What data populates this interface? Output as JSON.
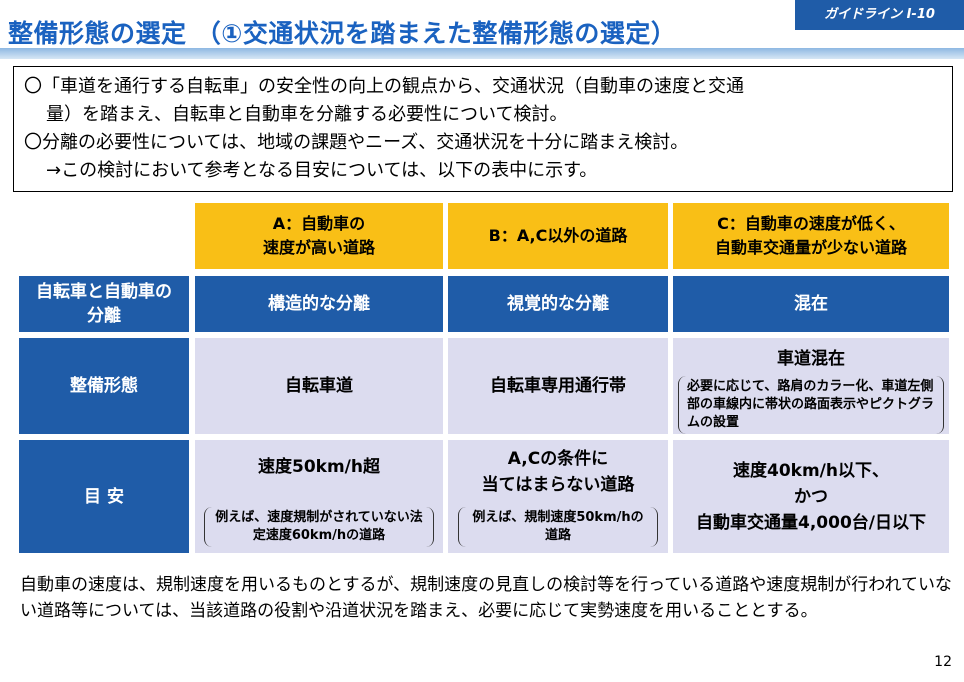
{
  "header": {
    "guideline_tag": "ガイドライン Ⅰ-10",
    "title": "整備形態の選定 （①交通状況を踏まえた整備形態の選定）"
  },
  "intro": {
    "line1": "〇「車道を通行する自転車」の安全性の向上の観点から、交通状況（自動車の速度と交通",
    "line1_cont": "量）を踏まえ、自転車と自動車を分離する必要性について検討。",
    "line2": "〇分離の必要性については、地域の課題やニーズ、交通状況を十分に踏まえ検討。",
    "line3": "→この検討において参考となる目安については、以下の表中に示す。"
  },
  "table": {
    "col_headers": [
      {
        "line1": "A：自動車の",
        "line2": "速度が高い道路"
      },
      {
        "line1": "B：A,C以外の道路",
        "line2": ""
      },
      {
        "line1": "C：自動車の速度が低く、",
        "line2": "自動車交通量が少ない道路"
      }
    ],
    "row_separation": {
      "header_line1": "自転車と自動車の",
      "header_line2": "分離",
      "cells": [
        "構造的な分離",
        "視覚的な分離",
        "混在"
      ]
    },
    "row_form": {
      "header": "整備形態",
      "a": "自転車道",
      "b": "自転車専用通行帯",
      "c_title": "車道混在",
      "c_note": "必要に応じて、路肩のカラー化、車道左側部の車線内に帯状の路面表示やピクトグラムの設置"
    },
    "row_guide": {
      "header": "目 安",
      "a_main": "速度50km/h超",
      "a_note": "例えば、速度規制がされていない法定速度60km/hの道路",
      "b_main_line1": "A,Cの条件に",
      "b_main_line2": "当てはまらない道路",
      "b_note": "例えば、規制速度50km/hの道路",
      "c_line1": "速度40km/h以下、",
      "c_line2": "かつ",
      "c_line3": "自動車交通量4,000台/日以下"
    }
  },
  "footer": {
    "text": "自動車の速度は、規制速度を用いるものとするが、規制速度の見直しの検討等を行っている道路や速度規制が行われていない道路等については、当該道路の役割や沿道状況を踏まえ、必要に応じて実勢速度を用いることとする。"
  },
  "page_number": "12",
  "colors": {
    "header_blue": "#1f5ca8",
    "header_yellow": "#f9bf16",
    "body_lavender": "#dcdcef",
    "title_blue": "#1a62c0"
  }
}
